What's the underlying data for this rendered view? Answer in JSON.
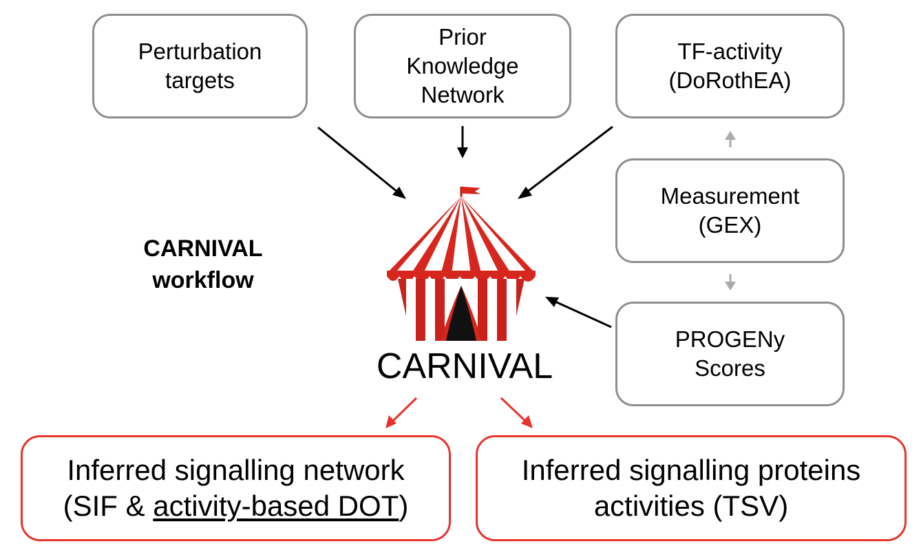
{
  "boxes": {
    "perturbation": [
      "Perturbation",
      "targets"
    ],
    "pkn": [
      "Prior",
      "Knowledge",
      "Network"
    ],
    "tf": [
      "TF-activity",
      "(DoRothEA)"
    ],
    "measurement": [
      "Measurement",
      "(GEX)"
    ],
    "progeny": [
      "PROGENy",
      "Scores"
    ]
  },
  "workflow_label": [
    "CARNIVAL",
    "workflow"
  ],
  "tool_name": "CARNIVAL",
  "outputs": {
    "network": {
      "line1": "Inferred signalling network",
      "line2_pre": "(SIF & ",
      "line2_link": "activity-based DOT",
      "line2_post": ")"
    },
    "proteins": {
      "line1": "Inferred signalling proteins",
      "line2": "activities (TSV)"
    }
  },
  "icons": [
    "circus-tent-icon",
    "arrow-icon"
  ],
  "colors": {
    "box_border": "#8e8e8e",
    "output_border": "#e8322a",
    "tent_red": "#d7261e",
    "input_arrow": "#000000",
    "output_arrow": "#e8322a",
    "flow_arrow": "#aaaaaa"
  }
}
